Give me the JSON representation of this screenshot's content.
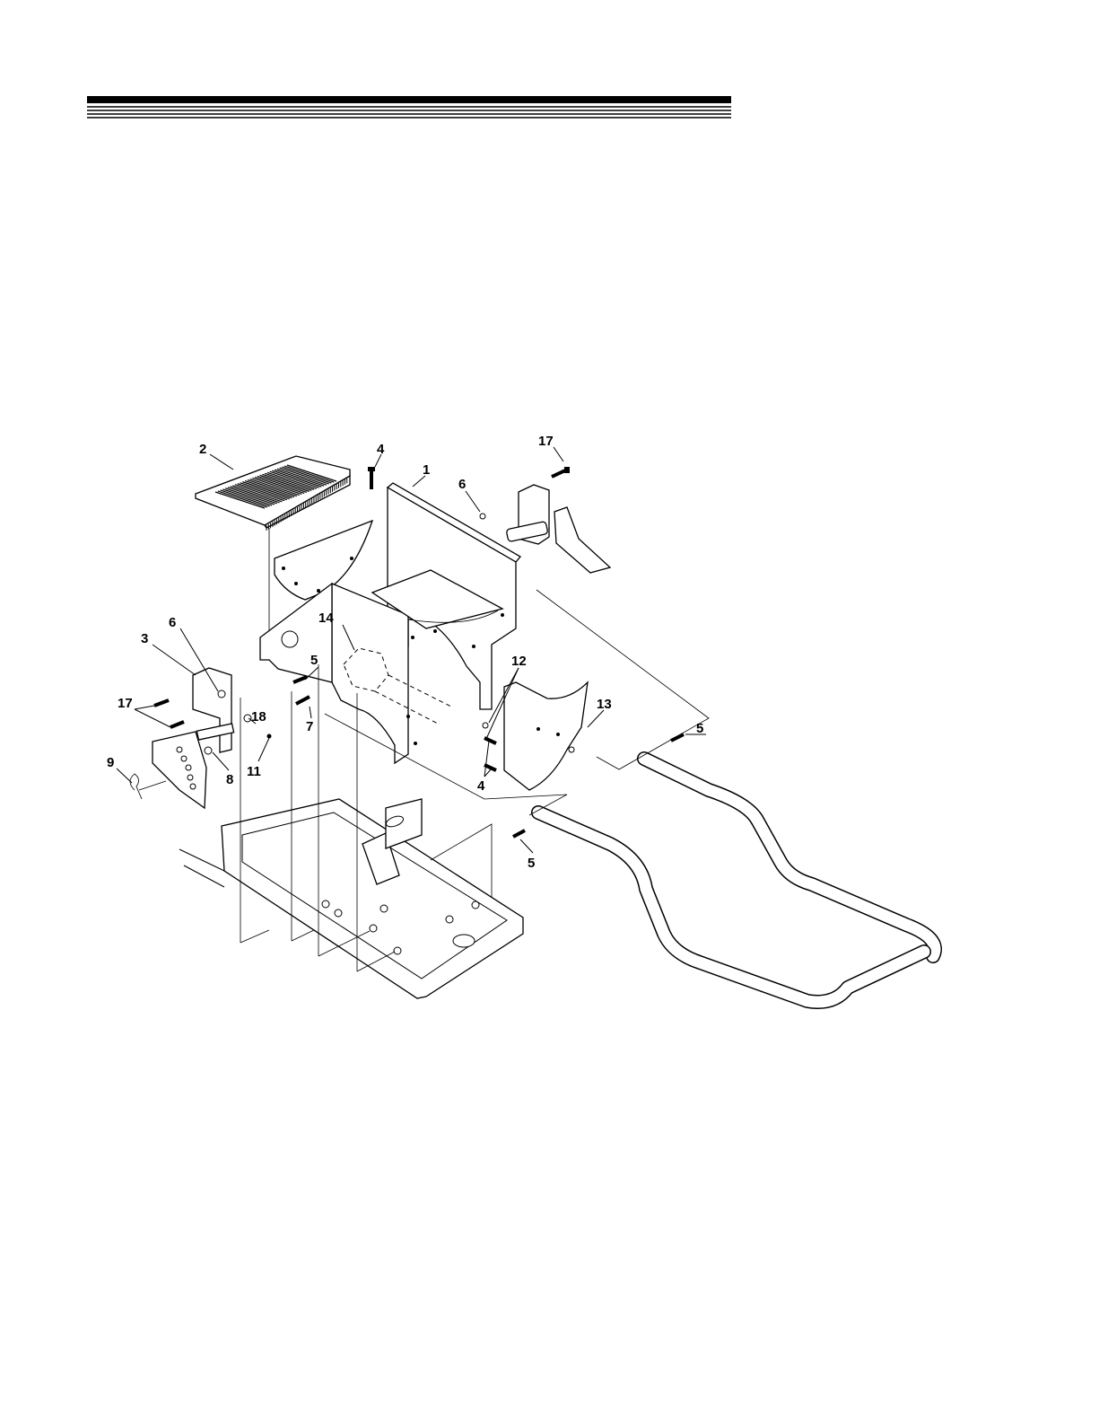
{
  "callouts": [
    {
      "id": "c2",
      "text": "2"
    },
    {
      "id": "c4a",
      "text": "4"
    },
    {
      "id": "c1",
      "text": "1"
    },
    {
      "id": "c17a",
      "text": "17"
    },
    {
      "id": "c6a",
      "text": "6"
    },
    {
      "id": "c14",
      "text": "14"
    },
    {
      "id": "c6b",
      "text": "6"
    },
    {
      "id": "c3",
      "text": "3"
    },
    {
      "id": "c5a",
      "text": "5"
    },
    {
      "id": "c12",
      "text": "12"
    },
    {
      "id": "c13",
      "text": "13"
    },
    {
      "id": "c17b",
      "text": "17"
    },
    {
      "id": "c18",
      "text": "18"
    },
    {
      "id": "c7",
      "text": "7"
    },
    {
      "id": "c5b",
      "text": "5"
    },
    {
      "id": "c11",
      "text": "11"
    },
    {
      "id": "c8",
      "text": "8"
    },
    {
      "id": "c4b",
      "text": "4"
    },
    {
      "id": "c9",
      "text": "9"
    },
    {
      "id": "c5c",
      "text": "5"
    }
  ]
}
